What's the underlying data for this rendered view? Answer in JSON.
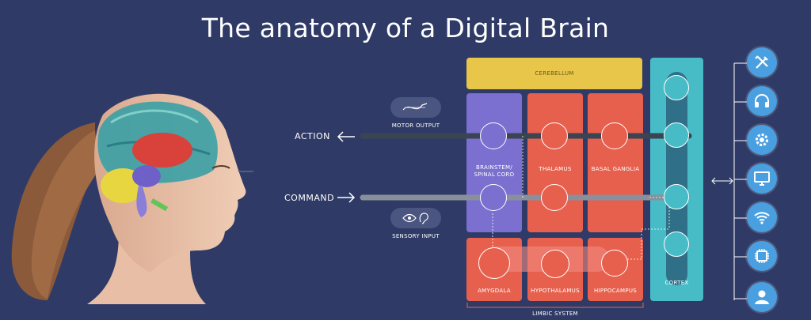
{
  "title": "The anatomy of a Digital Brain",
  "left_labels": {
    "action": "ACTION",
    "command": "COMMAND"
  },
  "badges": {
    "motor_output": "MOTOR OUTPUT",
    "sensory_input": "SENSORY INPUT"
  },
  "regions": {
    "cerebellum": "CEREBELLUM",
    "brainstem": "BRAINSTEM/\nSPINAL CORD",
    "thalamus": "THALAMUS",
    "basal_ganglia": "BASAL GANGLIA",
    "amygdala": "AMYGDALA",
    "hypothalamus": "HYPOTHALAMUS",
    "hippocampus": "HIPPOCAMPUS",
    "cortex": "CORTEX",
    "limbic_system": "LIMBIC SYSTEM"
  },
  "colors": {
    "background": "#2f3b66",
    "cerebellum": "#e7c64a",
    "brainstem": "#7b6fd0",
    "orange": "#e7604e",
    "cortex": "#47bcc6",
    "icon_button": "#4a9fe0"
  },
  "icons": [
    "tools-icon",
    "headphones-icon",
    "gear-icon",
    "monitor-icon",
    "wifi-icon",
    "chip-icon",
    "user-icon"
  ]
}
